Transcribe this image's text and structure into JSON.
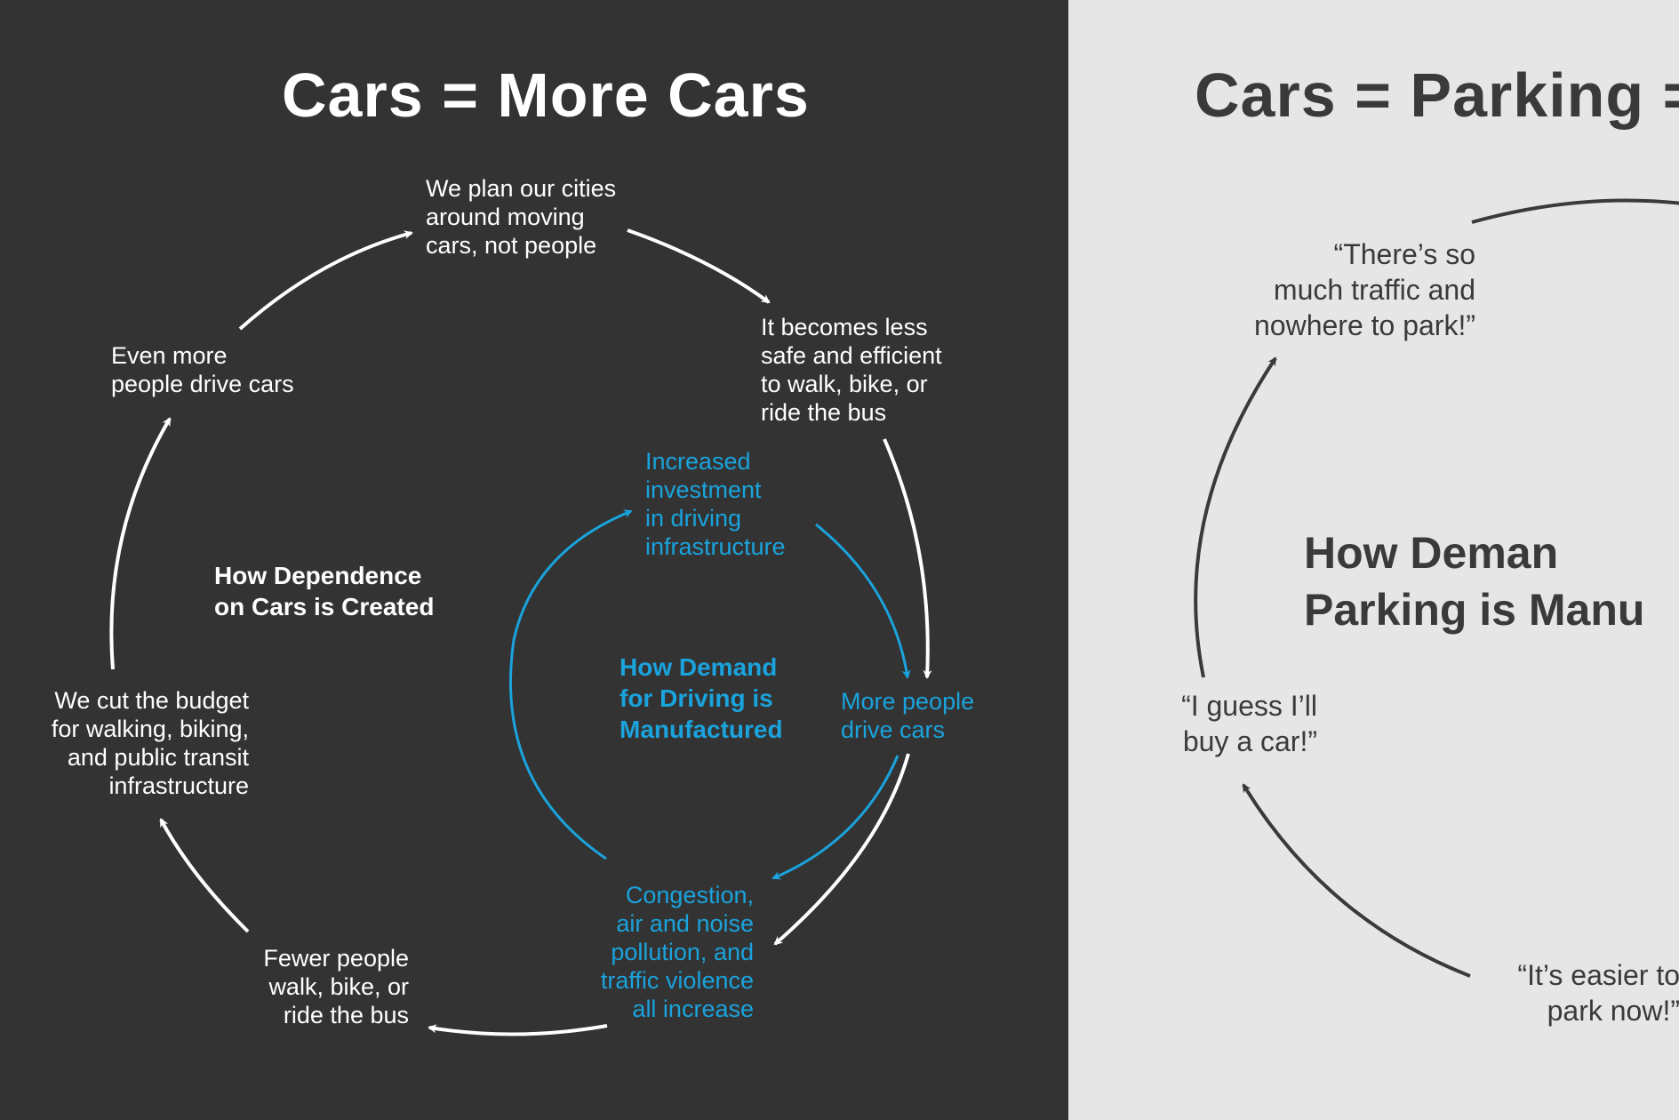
{
  "left_panel": {
    "title": "Cars = More Cars",
    "center_label": "How Dependence\non Cars is Created",
    "outer_cycle": [
      "We plan our cities\naround moving\ncars, not people",
      "It becomes less\nsafe and efficient\nto walk, bike, or\nride the bus",
      "More people\ndrive cars",
      "Congestion,\nair and noise\npollution, and\ntraffic violence\nall increase",
      "Fewer people\nwalk, bike, or\nride the bus",
      "We cut the budget\nfor walking, biking,\nand public transit\ninfrastructure",
      "Even more\npeople drive cars"
    ],
    "inner_cycle_label": "How Demand\nfor Driving is\nManufactured",
    "inner_cycle": [
      "Increased\ninvestment\nin driving\ninfrastructure"
    ],
    "colors": {
      "background": "#333333",
      "outer": "#ffffff",
      "inner": "#1aa3dc"
    }
  },
  "right_panel": {
    "title": "Cars = Parking =",
    "center_label": "How Deman\nParking is Manu",
    "quotes": [
      "“There’s so\nmuch traffic and\nnowhere to park!”",
      "“I guess I’ll\nbuy a car!”",
      "“It’s easier to\npark now!”"
    ],
    "colors": {
      "background": "#e6e6e6",
      "text": "#3a3a3a"
    }
  }
}
